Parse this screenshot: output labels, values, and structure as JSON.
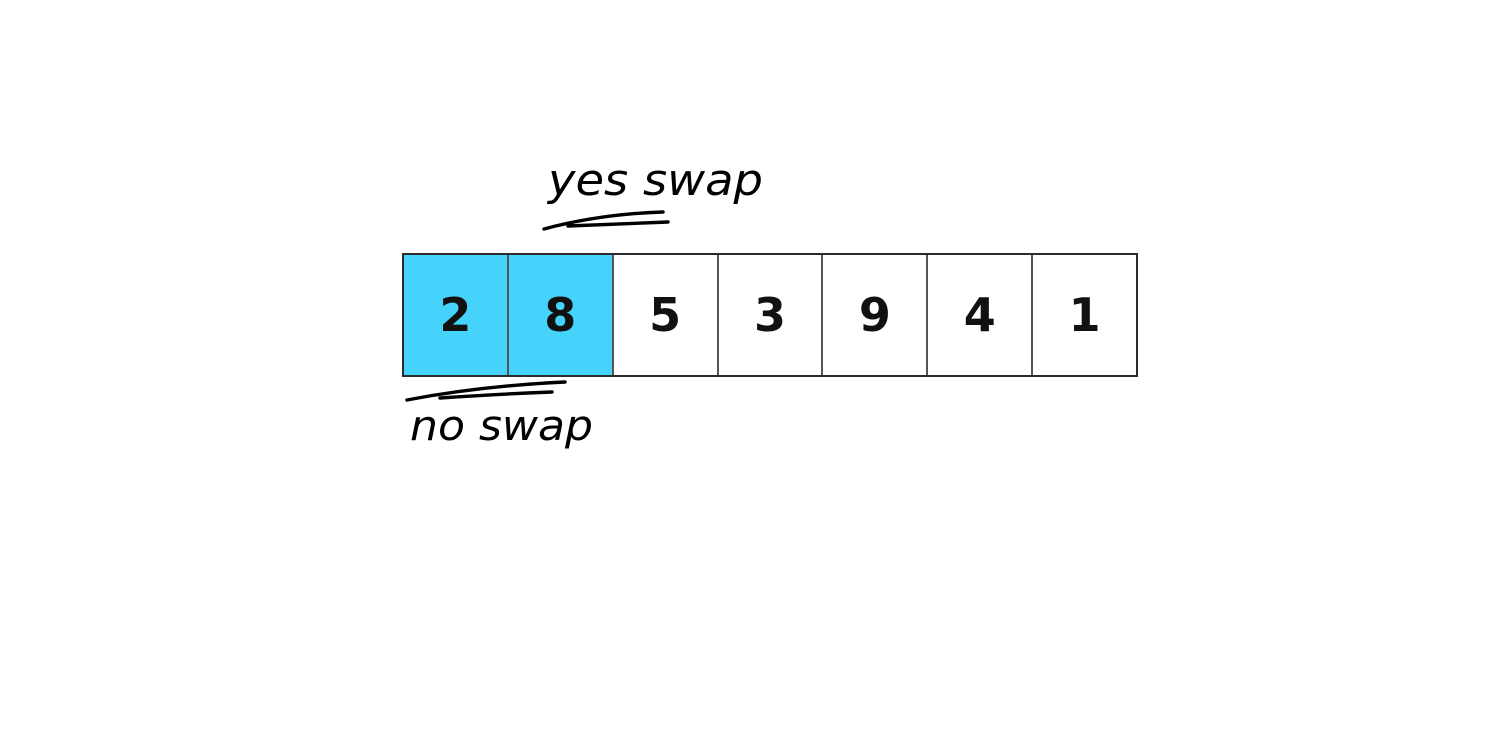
{
  "array": {
    "values": [
      "2",
      "8",
      "5",
      "3",
      "9",
      "4",
      "1"
    ],
    "highlighted_indices": [
      0,
      1
    ],
    "highlight_color": "#45d3fb"
  },
  "annotations": {
    "top_note": "yes swap",
    "bottom_note": "no swap"
  }
}
